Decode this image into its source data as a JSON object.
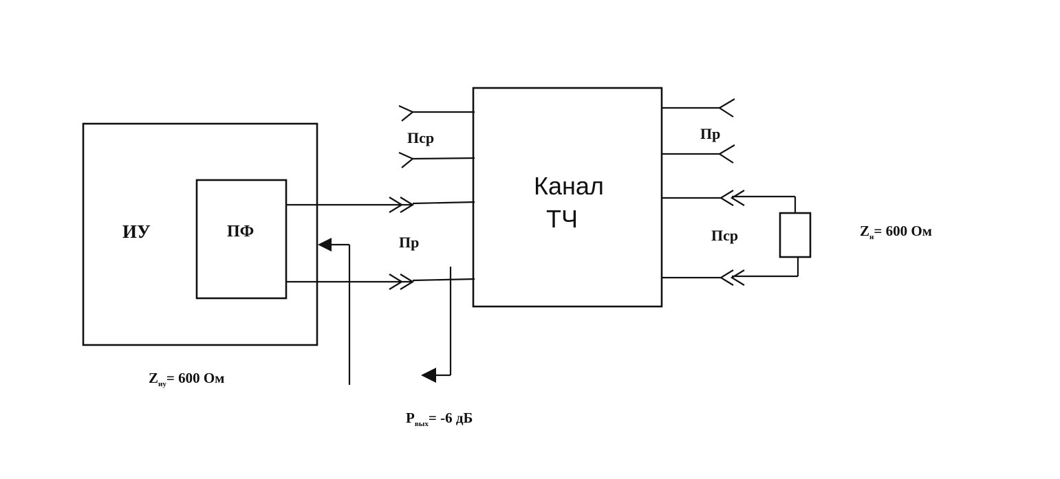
{
  "source_box": {
    "label": "ИУ"
  },
  "filter_box": {
    "label": "ПФ"
  },
  "channel_box": {
    "line1": "Канал",
    "line2": "ТЧ"
  },
  "left_ports": {
    "upper": "Пср",
    "lower": "Пр"
  },
  "right_ports": {
    "upper": "Пр",
    "lower": "Пср"
  },
  "source_impedance": {
    "main": "Z",
    "sub": "иу",
    "value": "= 600 Ом"
  },
  "load_impedance": {
    "main": "Z",
    "sub": "н",
    "value": "= 600 Ом"
  },
  "output_level": {
    "main": "P",
    "sub": "вых",
    "value": "= -6 дБ"
  }
}
